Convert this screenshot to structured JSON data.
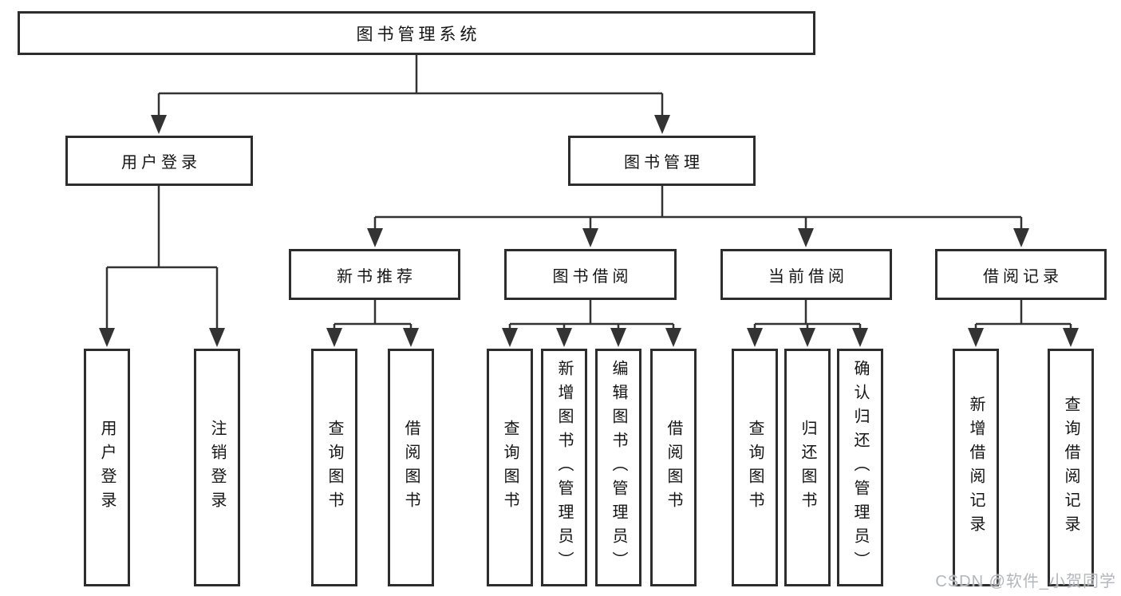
{
  "diagram": {
    "root": {
      "label": "图书管理系统"
    },
    "branches": [
      {
        "label": "用户登录",
        "children": [
          {
            "label": "用户登录"
          },
          {
            "label": "注销登录"
          }
        ]
      },
      {
        "label": "图书管理",
        "children": [
          {
            "label": "新书推荐",
            "children": [
              {
                "label": "查询图书"
              },
              {
                "label": "借阅图书"
              }
            ]
          },
          {
            "label": "图书借阅",
            "children": [
              {
                "label": "查询图书"
              },
              {
                "label": "新增图书（管理员）"
              },
              {
                "label": "编辑图书（管理员）"
              },
              {
                "label": "借阅图书"
              }
            ]
          },
          {
            "label": "当前借阅",
            "children": [
              {
                "label": "查询图书"
              },
              {
                "label": "归还图书"
              },
              {
                "label": "确认归还（管理员）"
              }
            ]
          },
          {
            "label": "借阅记录",
            "children": [
              {
                "label": "新增借阅记录"
              },
              {
                "label": "查询借阅记录"
              }
            ]
          }
        ]
      }
    ]
  },
  "watermark": {
    "text": "CSDN @软件_小贺同学"
  },
  "colors": {
    "line": "#333333",
    "box_border": "#2d2d2d",
    "text": "#141414",
    "watermark": "#b3b6bc",
    "background": "#ffffff"
  }
}
